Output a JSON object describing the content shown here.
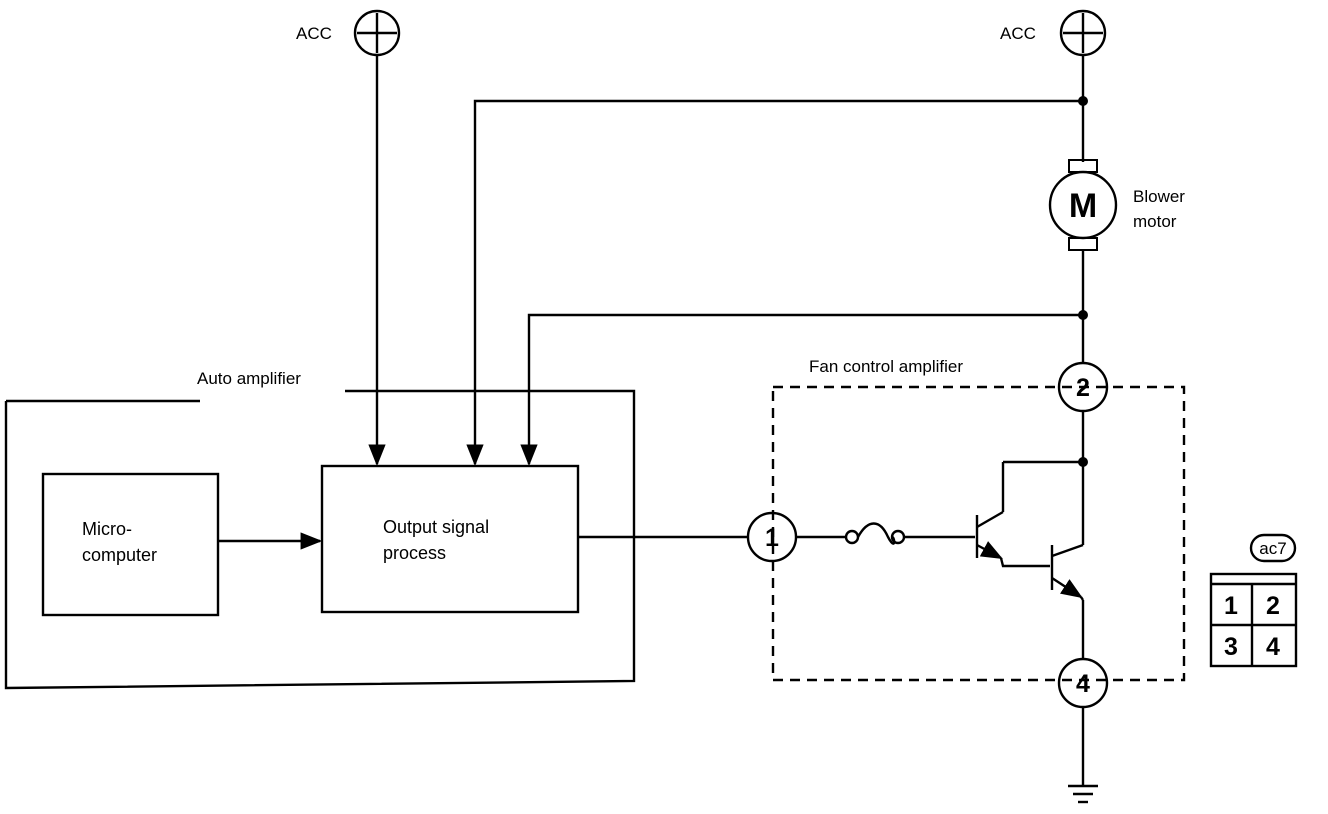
{
  "power": {
    "left_label": "ACC",
    "right_label": "ACC"
  },
  "auto_amplifier": {
    "title": "Auto amplifier",
    "microcomputer_line1": "Micro-",
    "microcomputer_line2": "computer",
    "output_line1": "Output signal",
    "output_line2": "process"
  },
  "blower": {
    "symbol": "M",
    "label_line1": "Blower",
    "label_line2": "motor"
  },
  "fan_control_amplifier": {
    "title": "Fan control amplifier",
    "pins": [
      "1",
      "2",
      "4"
    ]
  },
  "connector": {
    "code": "ac7",
    "cells": [
      "1",
      "2",
      "3",
      "4"
    ]
  },
  "icons": [
    "power-supply-icon",
    "motor-icon",
    "fuse-icon",
    "transistor-icon",
    "ground-icon"
  ]
}
